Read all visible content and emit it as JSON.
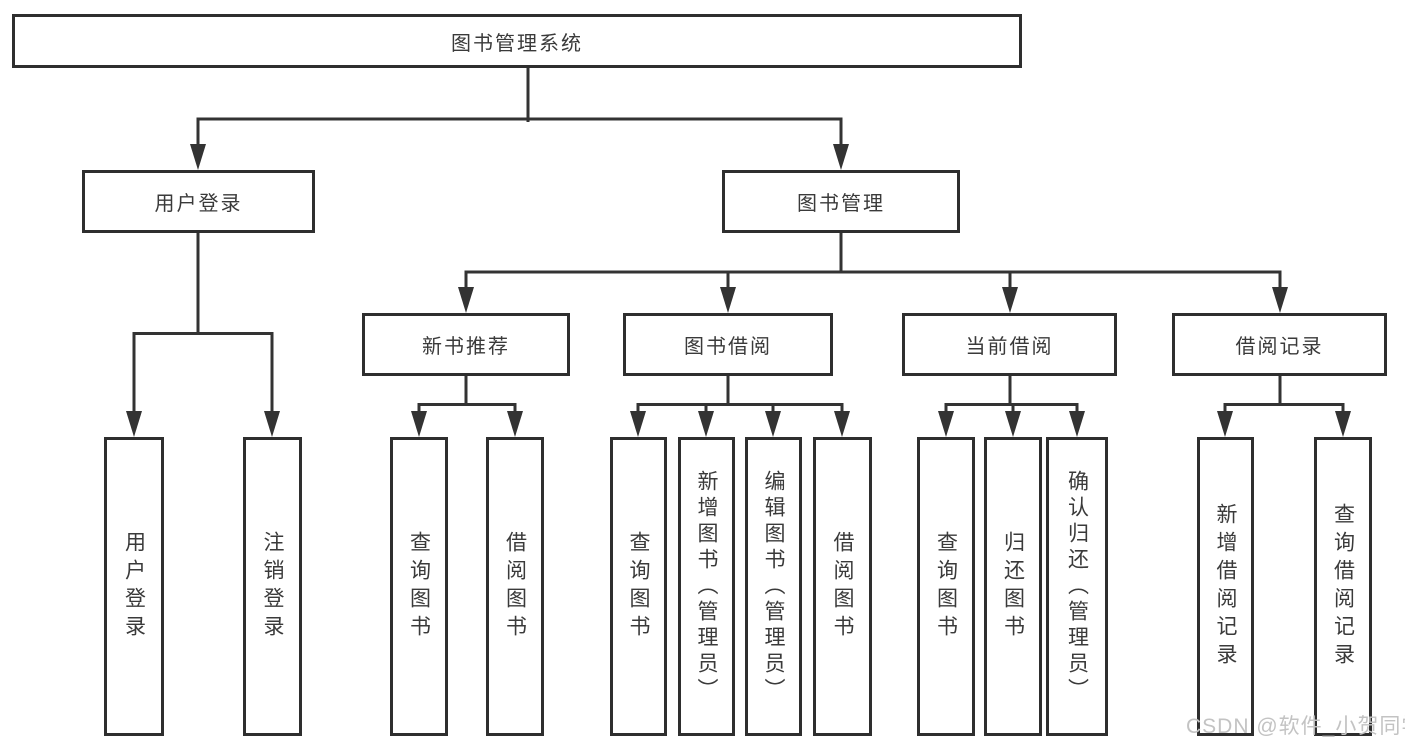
{
  "diagram": {
    "root": {
      "label": "图书管理系统"
    },
    "user_login": {
      "label": "用户登录",
      "children": [
        {
          "label": "用户登录"
        },
        {
          "label": "注销登录"
        }
      ]
    },
    "book_mgmt": {
      "label": "图书管理",
      "sections": [
        {
          "label": "新书推荐",
          "children": [
            {
              "label": "查询图书"
            },
            {
              "label": "借阅图书"
            }
          ]
        },
        {
          "label": "图书借阅",
          "children": [
            {
              "label": "查询图书"
            },
            {
              "label": "新增图书（管理员）"
            },
            {
              "label": "编辑图书（管理员）"
            },
            {
              "label": "借阅图书"
            }
          ]
        },
        {
          "label": "当前借阅",
          "children": [
            {
              "label": "查询图书"
            },
            {
              "label": "归还图书"
            },
            {
              "label": "确认归还（管理员）"
            }
          ]
        },
        {
          "label": "借阅记录",
          "children": [
            {
              "label": "新增借阅记录"
            },
            {
              "label": "查询借阅记录"
            }
          ]
        }
      ]
    }
  },
  "watermark": {
    "text": "CSDN @软件_小贺同学"
  },
  "colors": {
    "line": "#333333",
    "box_border": "#2e2e2e",
    "text": "#3a3a3a",
    "watermark": "#c3c3c3",
    "background": "#ffffff"
  }
}
